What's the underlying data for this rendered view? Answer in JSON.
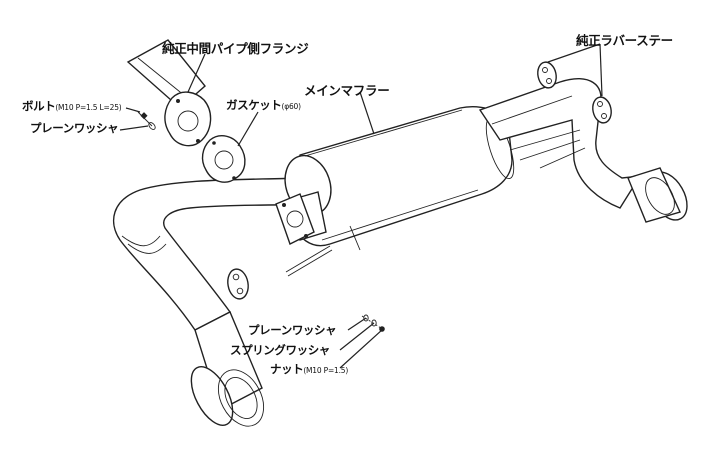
{
  "labels": {
    "flange": "純正中間パイプ側フランジ",
    "rubber_stay": "純正ラバーステー",
    "main_muffler": "メインマフラー",
    "gasket": "ガスケット",
    "gasket_spec": "(φ60)",
    "bolt": "ボルト",
    "bolt_spec": "(M10 P=1.5 L=25)",
    "plain_washer_left": "プレーンワッシャ",
    "plain_washer_bottom": "プレーンワッシャ",
    "spring_washer": "スプリングワッシャ",
    "nut": "ナット",
    "nut_spec": "(M10 P=1.5)"
  }
}
